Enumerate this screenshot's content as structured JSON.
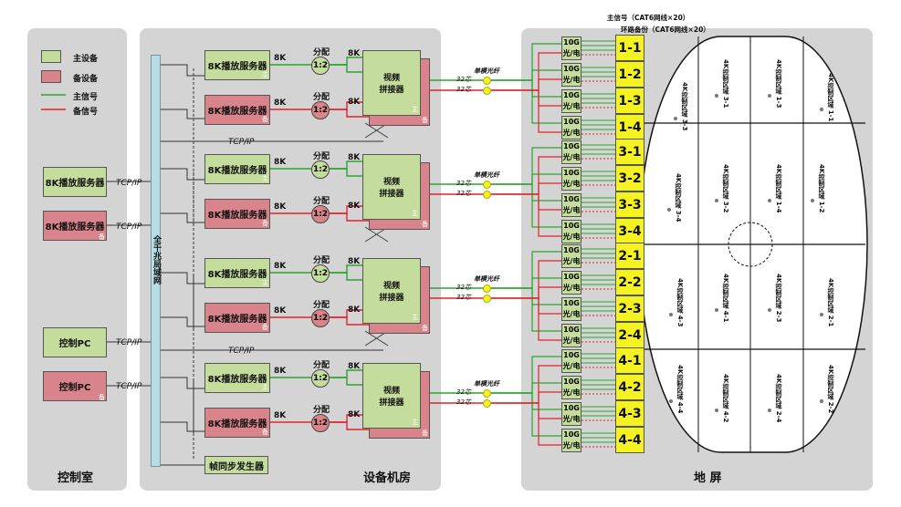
{
  "legend": {
    "main_device": "主设备",
    "backup_device": "备设备",
    "main_signal": "主信号",
    "backup_signal": "备信号"
  },
  "colors": {
    "main": "#c4dd9c",
    "backup": "#d9848a",
    "main_line": "#2aa52a",
    "backup_line": "#e0242a",
    "screen": "#f4f220"
  },
  "control_room": {
    "title": "控制室",
    "server_main": "8K播放服务器",
    "server_backup": "8K播放服务器",
    "pc_main": "控制PC",
    "pc_backup": "控制PC",
    "link": "TCP/IP",
    "tag_main": "主",
    "tag_backup": "备"
  },
  "equipment_room": {
    "title": "设备机房",
    "backbone": "全千兆局域网",
    "tcp": "TCP/IP",
    "server": "8K播放服务器",
    "split_label": "分配",
    "split_ratio": "1:2",
    "signal_8k": "8K",
    "splicer": "视频\n拼接器",
    "splicer_line1": "视频",
    "splicer_line2": "拼接器",
    "sync": "帧同步发生器",
    "tag_main": "主",
    "tag_backup": "备"
  },
  "fiber": {
    "label": "单模光纤",
    "count": "32芯"
  },
  "floor_screen": {
    "title": "地 屏",
    "main_cable": "主信号（CAT6网线×20）",
    "backup_cable": "环路备份（CAT6网线×20）",
    "converter_line1": "10G",
    "converter_line2": "光/电",
    "panels": [
      "1-1",
      "1-2",
      "1-3",
      "1-4",
      "3-1",
      "3-2",
      "3-3",
      "3-4",
      "2-1",
      "2-2",
      "2-3",
      "2-4",
      "4-1",
      "4-2",
      "4-3",
      "4-4"
    ],
    "zones": [
      "4K控制区域 1-1",
      "4K控制区域 1-2",
      "4K控制区域 1-3",
      "4K控制区域 1-4",
      "4K控制区域 3-1",
      "4K控制区域 3-2",
      "4K控制区域 3-3",
      "4K控制区域 3-4",
      "4K控制区域 2-1",
      "4K控制区域 2-2",
      "4K控制区域 2-3",
      "4K控制区域 2-4",
      "4K控制区域 4-1",
      "4K控制区域 4-2",
      "4K控制区域 4-3",
      "4K控制区域 4-4"
    ]
  }
}
